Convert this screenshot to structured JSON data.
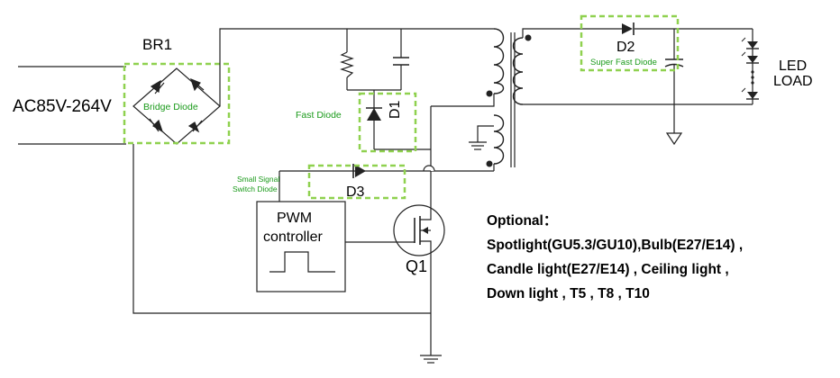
{
  "labels": {
    "br1": "BR1",
    "ac_input": "AC85V-264V",
    "bridge_diode": "Bridge Diode",
    "fast_diode": "Fast Diode",
    "d1": "D1",
    "d2": "D2",
    "super_fast_diode": "Super Fast Diode",
    "led_load_line1": "LED",
    "led_load_line2": "LOAD",
    "small_signal_line1": "Small Signal",
    "small_signal_line2": "Switch Diode",
    "d3": "D3",
    "pwm_line1": "PWM",
    "pwm_line2": "controller",
    "q1": "Q1"
  },
  "optional": {
    "title": "Optional：",
    "lines": [
      "Spotlight(GU5.3/GU10),Bulb(E27/E14) ,",
      "Candle light(E27/E14) , Ceiling light ,",
      "Down light , T5 , T8 , T10"
    ]
  },
  "colors": {
    "wire": "#222222",
    "highlight": "#8fd14f",
    "highlight_text": "#1a9a1a"
  }
}
